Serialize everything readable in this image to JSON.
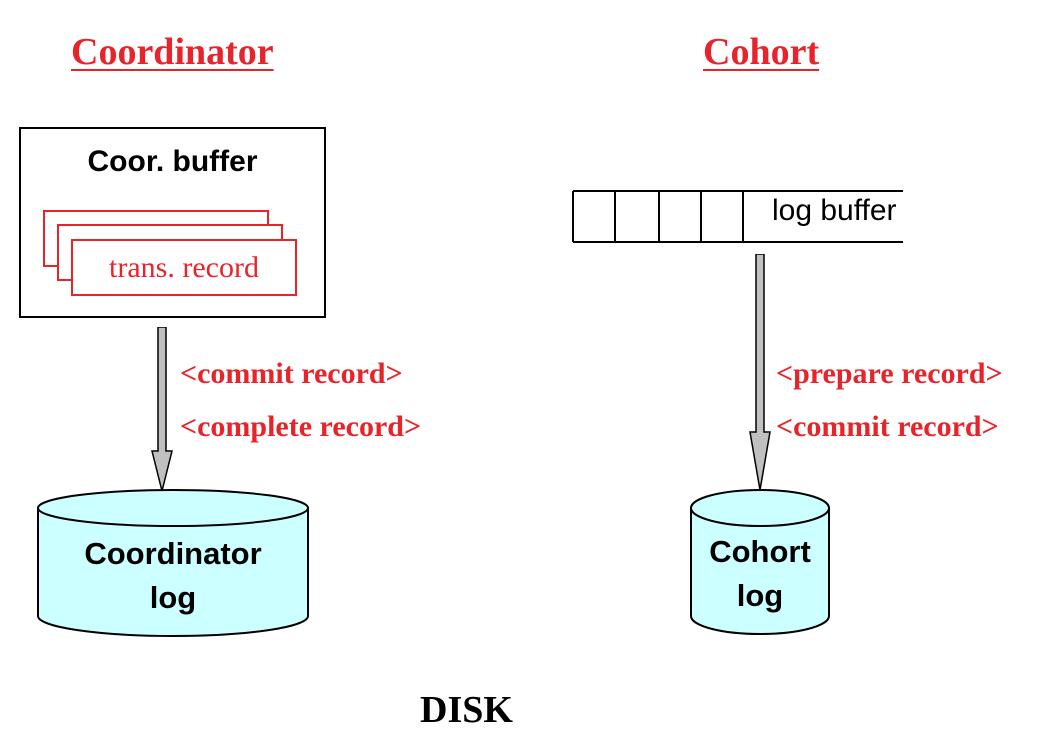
{
  "colors": {
    "accent_red": "#e8242b",
    "cylinder_fill": "#ccffff",
    "arrow_fill": "#c0c0c0"
  },
  "coordinator": {
    "heading": "Coordinator",
    "buffer_title": "Coor. buffer",
    "record_label": "trans. record",
    "flow_labels": [
      "<commit record>",
      "<complete record>"
    ],
    "log_label": "Coordinator\nlog"
  },
  "cohort": {
    "heading": "Cohort",
    "buffer_label": "log buffer",
    "flow_labels": [
      "<prepare record>",
      "<commit record>"
    ],
    "log_label": "Cohort\nlog"
  },
  "footer": {
    "disk_label": "DISK"
  }
}
